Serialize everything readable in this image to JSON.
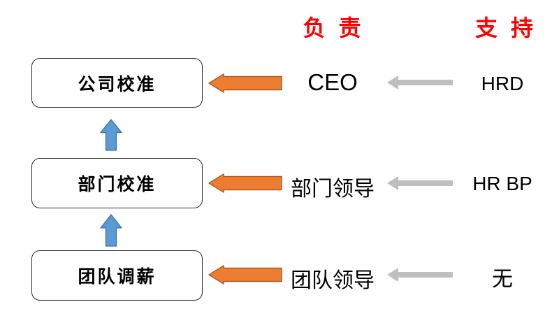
{
  "diagram": {
    "headers": {
      "responsible": "负 责",
      "support": "支 持"
    },
    "rows": [
      {
        "stage": "公司校准",
        "responsible": "CEO",
        "support": "HRD"
      },
      {
        "stage": "部门校准",
        "responsible": "部门领导",
        "support": "HR BP"
      },
      {
        "stage": "团队调薪",
        "responsible": "团队领导",
        "support": "无"
      }
    ],
    "flow": {
      "up_arrow_meaning": "escalation from lower stage to upper stage",
      "count_up_arrows": 2
    },
    "colors": {
      "header_text": "#FF0000",
      "orange_arrow_fill": "#ED7D31",
      "orange_arrow_border": "#AE5A21",
      "blue_arrow_fill": "#5B9BD5",
      "blue_arrow_border": "#41719C",
      "gray_arrow_fill": "#BFBFBF",
      "box_border": "#2B2B2B",
      "background": "#FFFFFF"
    }
  }
}
